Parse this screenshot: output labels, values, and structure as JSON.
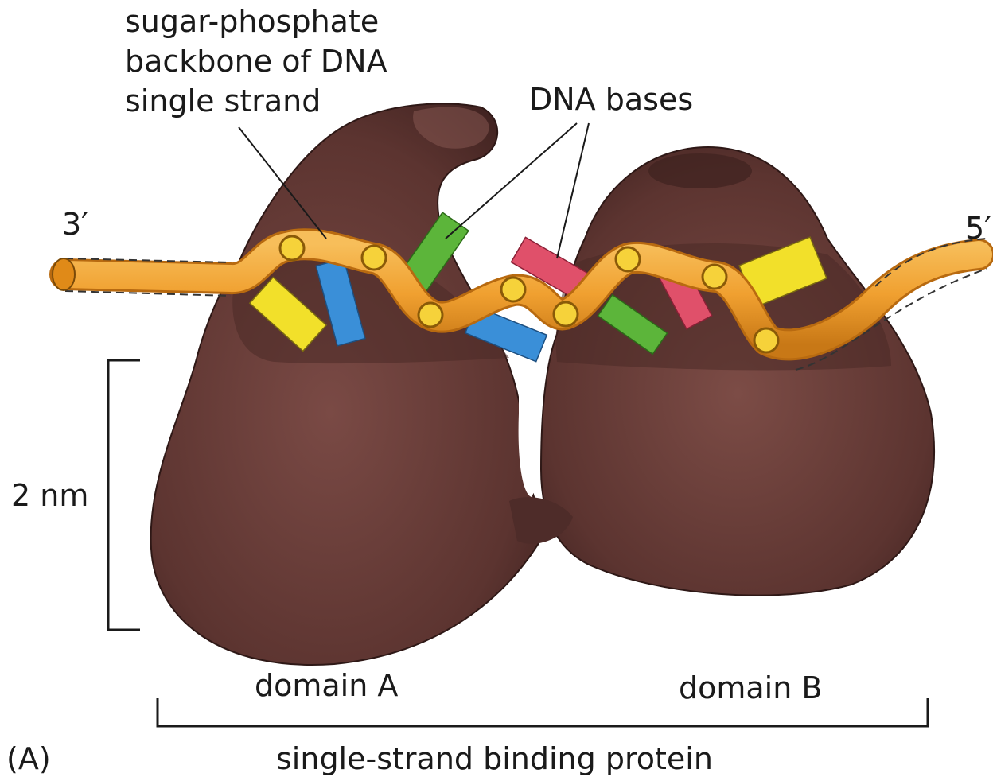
{
  "labels": {
    "backbone_line1": "sugar-phosphate",
    "backbone_line2": "backbone of DNA",
    "backbone_line3": "single strand",
    "bases": "DNA bases",
    "end_3": "3′",
    "end_5": "5′",
    "scale": "2 nm",
    "domain_a": "domain A",
    "domain_b": "domain B",
    "protein": "single-strand binding protein",
    "panel": "(A)"
  },
  "colors": {
    "protein": "#5c3430",
    "protein_dark": "#3c201e",
    "protein_light": "#7a4a45",
    "dna_backbone": "#f0a030",
    "dna_outline": "#b86a10",
    "phosphate": "#f6d23a",
    "base_yellow": "#f2e02a",
    "base_blue": "#3a8fd8",
    "base_green": "#5cb53a",
    "base_red": "#e0506a"
  }
}
